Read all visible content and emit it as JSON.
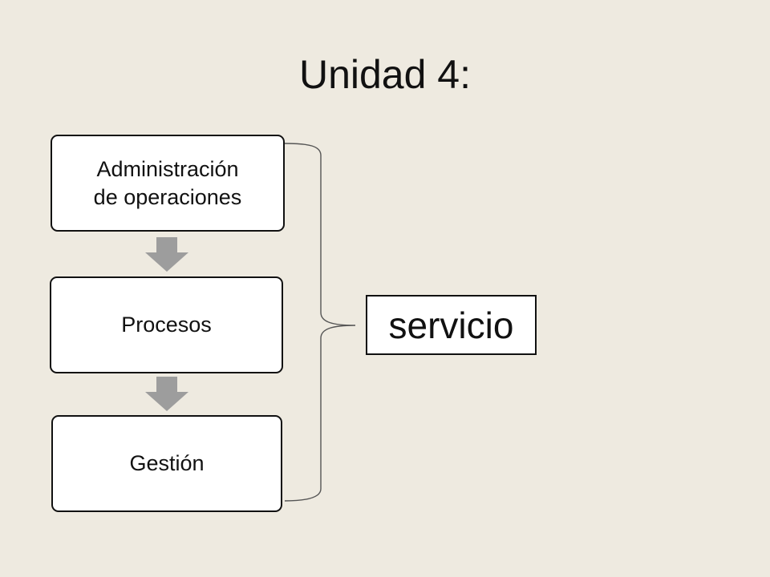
{
  "title": "Unidad 4:",
  "flow": {
    "steps": [
      {
        "lines": [
          "Administración",
          "de operaciones"
        ]
      },
      {
        "lines": [
          "Procesos"
        ]
      },
      {
        "lines": [
          "Gestión"
        ]
      }
    ]
  },
  "result": {
    "label": "servicio"
  },
  "colors": {
    "background": "#eeeae0",
    "box_fill": "#ffffff",
    "box_border": "#111111",
    "arrow": "#9d9d9d",
    "text": "#111111"
  },
  "icons": {
    "arrows": "down-arrow-icon",
    "brace": "right-curly-brace"
  }
}
